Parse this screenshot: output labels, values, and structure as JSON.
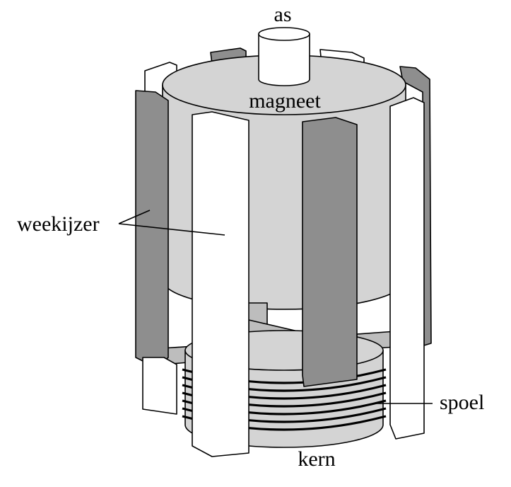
{
  "labels": {
    "as": "as",
    "magnet": "magneet",
    "soft_iron": "weekijzer",
    "coil": "spoel",
    "core": "kern"
  },
  "colors": {
    "light_gray": "#d4d4d4",
    "mid_gray": "#bdbdbd",
    "dark_gray": "#8e8e8e",
    "white": "#ffffff",
    "outline": "#000000"
  }
}
